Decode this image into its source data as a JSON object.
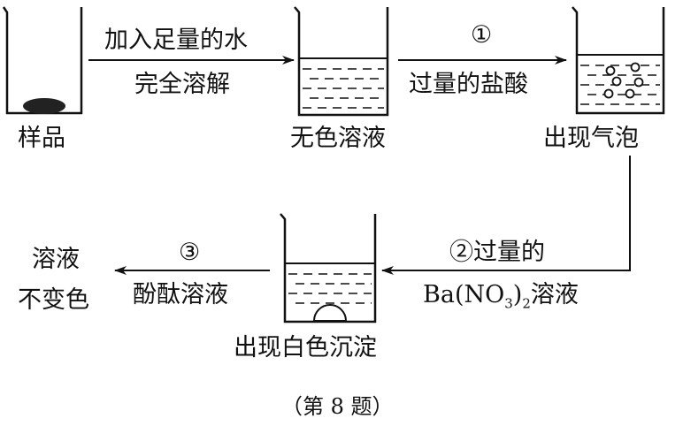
{
  "steps": {
    "sample_label": "样品",
    "step1_top": "加入足量的水",
    "step1_bottom": "完全溶解",
    "beaker2_label": "无色溶液",
    "step2_num": "①",
    "step2_reagent": "过量的盐酸",
    "beaker3_label": "出现气泡",
    "step3_top": "②过量的",
    "step3_reagent_a": "Ba(NO",
    "step3_reagent_sub3": "3",
    "step3_reagent_b": ")",
    "step3_reagent_sub2": "2",
    "step3_reagent_c": "溶液",
    "beaker4_label": "出现白色沉淀",
    "step4_num": "③",
    "step4_reagent": "酚酞溶液",
    "result_line1": "溶液",
    "result_line2": "不变色"
  },
  "caption": "（第 8 题）"
}
